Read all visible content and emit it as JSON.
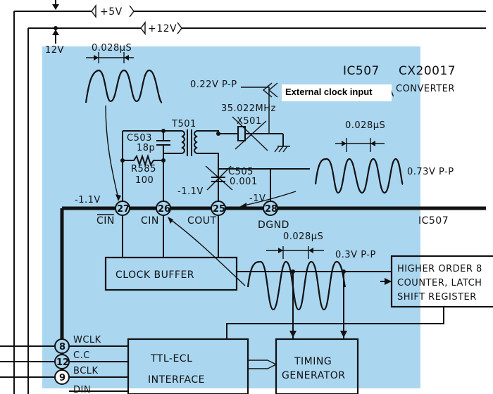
{
  "power": {
    "v5": "+5V",
    "v12": "+12V",
    "v12_side": "12V"
  },
  "ic": {
    "ref": "IC507",
    "part": "CX20017",
    "func1": "D/A",
    "func2": "CONVERTER",
    "right_ref": "IC507"
  },
  "annotation": {
    "text": "External clock input"
  },
  "waveforms": {
    "w1_period": "0.028µS",
    "w1_amp": "0.22V P-P",
    "w2_period": "0.028µS",
    "w2_amp": "0.73V P-P",
    "w3_period": "0.028µS",
    "w3_amp": "0.3V P-P"
  },
  "components": {
    "c503": "C503",
    "c503_val": "18p",
    "r585": "R585",
    "r585_val": "100",
    "t501": "T501",
    "x501_freq": "35.022MHz",
    "x501": "X501",
    "c505": "C505",
    "c505_val": "0.001"
  },
  "voltages": {
    "v_cin_bar": "-1.1V",
    "v_cin": "-1.1V",
    "v_cout": "-1V"
  },
  "pins": [
    {
      "num": "27",
      "label": "CIN",
      "overline": true
    },
    {
      "num": "26",
      "label": "CIN",
      "overline": false
    },
    {
      "num": "25",
      "label": "COUT",
      "overline": false
    },
    {
      "num": "28",
      "label": "DGND",
      "overline": false
    }
  ],
  "blocks": {
    "clock_buffer": "CLOCK  BUFFER",
    "higher_order_1": "HIGHER ORDER 8",
    "higher_order_2": "COUNTER, LATCH",
    "higher_order_3": "SHIFT REGISTER",
    "ttl_ecl_1": "TTL-ECL",
    "ttl_ecl_2": "INTERFACE",
    "timing_1": "TIMING",
    "timing_2": "GENERATOR"
  },
  "signals": [
    {
      "num": "8",
      "label": "WCLK"
    },
    {
      "num": "12",
      "label": "C.C"
    },
    {
      "num": "9",
      "label": "BCLK"
    },
    {
      "num": "",
      "label": "DIN"
    }
  ],
  "colors": {
    "highlight": "#aad6f0",
    "ink": "#111111"
  }
}
